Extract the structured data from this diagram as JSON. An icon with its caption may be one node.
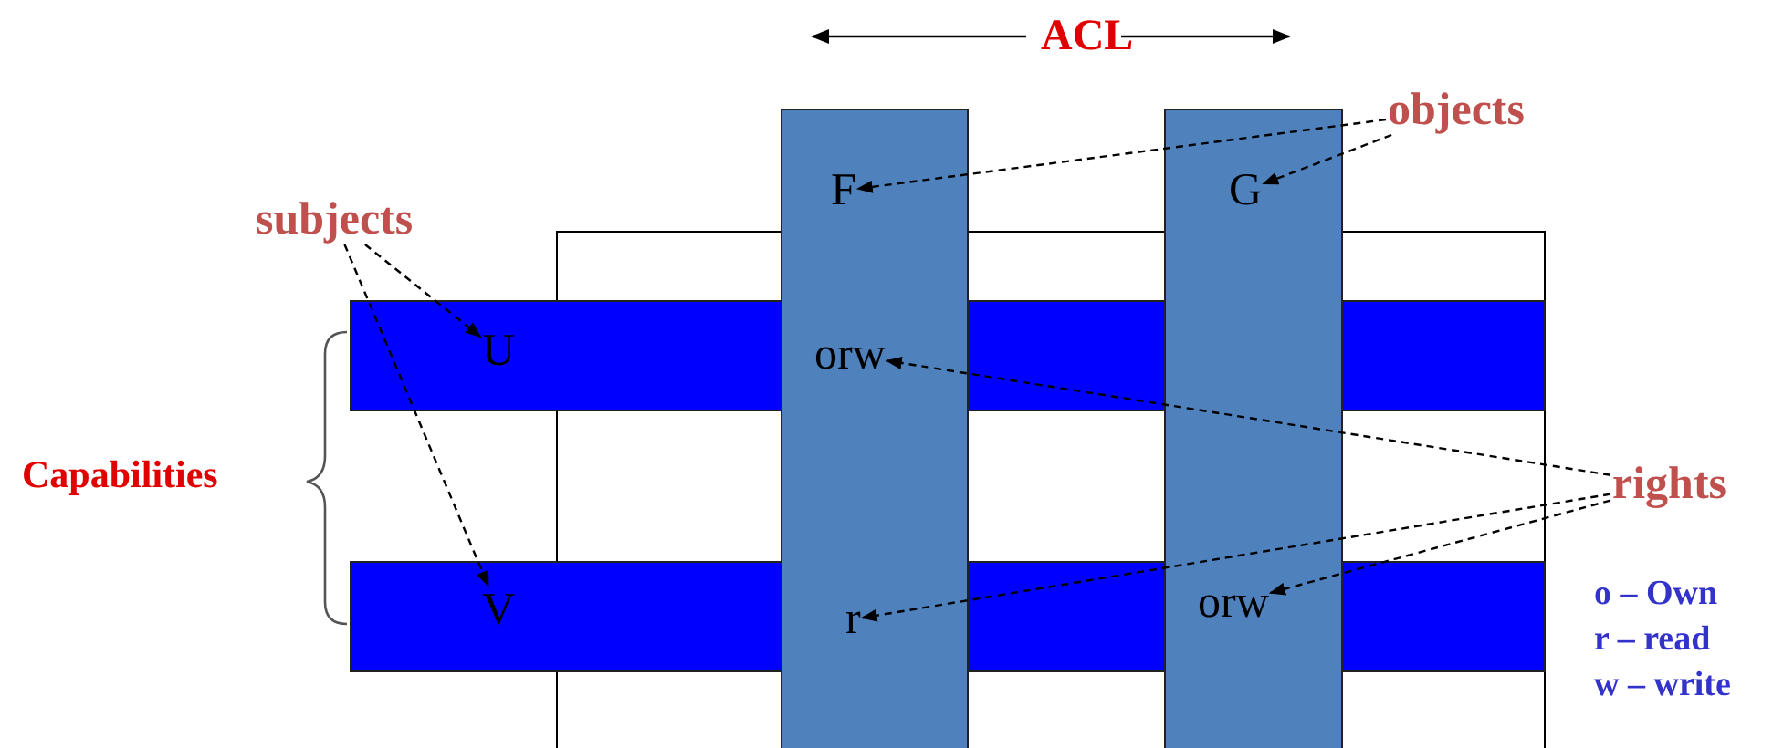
{
  "diagram": {
    "nodes": [
      {
        "text": [
          "objects"
        ]
      },
      {
        "text": [
          "F"
        ]
      },
      {
        "text": [
          "G"
        ]
      },
      {
        "text": [
          "subjects"
        ]
      },
      {
        "text": [
          "U"
        ]
      },
      {
        "text": [
          "orw"
        ]
      },
      {
        "text": [
          "rights"
        ]
      },
      {
        "text": [
          "V"
        ]
      },
      {
        "text": [
          "r"
        ]
      },
      {
        "text": [
          "orw"
        ]
      }
    ],
    "edges": [
      {
        "from": 0,
        "to": 1,
        "arrow": "to",
        "style": "dashed"
      },
      {
        "from": 0,
        "to": 2,
        "arrow": "to",
        "style": "dashed"
      },
      {
        "from": 3,
        "to": 4,
        "arrow": "to",
        "style": "dashed"
      },
      {
        "from": 3,
        "to": 7,
        "arrow": "to",
        "style": "dashed"
      },
      {
        "from": 6,
        "to": 5,
        "arrow": "to",
        "style": "dashed"
      },
      {
        "from": 6,
        "to": 8,
        "arrow": "to",
        "style": "dashed"
      },
      {
        "from": 6,
        "to": 9,
        "arrow": "to",
        "style": "dashed"
      }
    ],
    "labels": [
      "ACL",
      "Capabilities",
      "o – Own",
      "r – read",
      "w – write"
    ]
  }
}
